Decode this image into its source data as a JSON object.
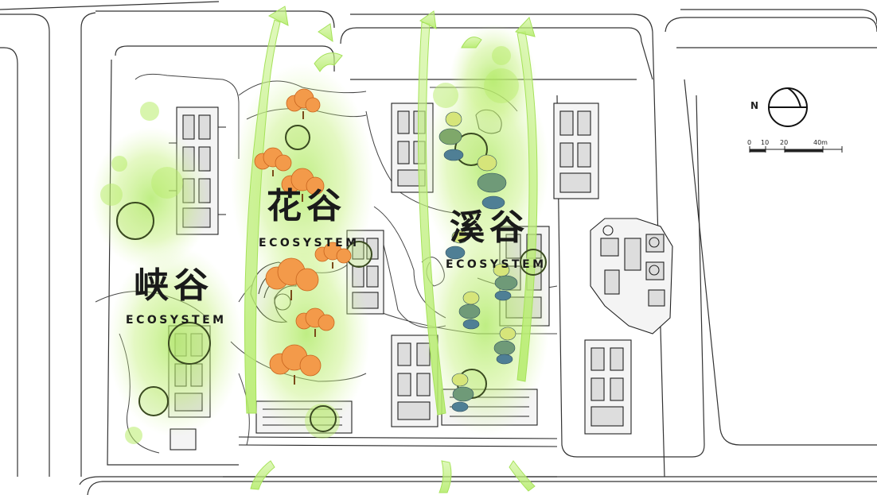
{
  "zones": [
    {
      "id": "canyon",
      "title": "峡谷",
      "subtitle": "ECOSYSTEM",
      "accent": "#8fd44a"
    },
    {
      "id": "flower",
      "title": "花谷",
      "subtitle": "ECOSYSTEM",
      "accent": "#f08a3c"
    },
    {
      "id": "stream",
      "title": "溪谷",
      "subtitle": "ECOSYSTEM",
      "accent": "#5f8fa8"
    }
  ],
  "north_arrow": {
    "label": "N",
    "icon": "north-arrow-icon"
  },
  "scale_bar": {
    "ticks": [
      "0",
      "10",
      "20",
      "40m"
    ]
  },
  "colors": {
    "green_glow": "#b8ec6a",
    "green_ring": "#6a9a2a",
    "flower_tree": "#f39a4a",
    "stream_tree": "#4f7f95",
    "linework": "#333333"
  }
}
